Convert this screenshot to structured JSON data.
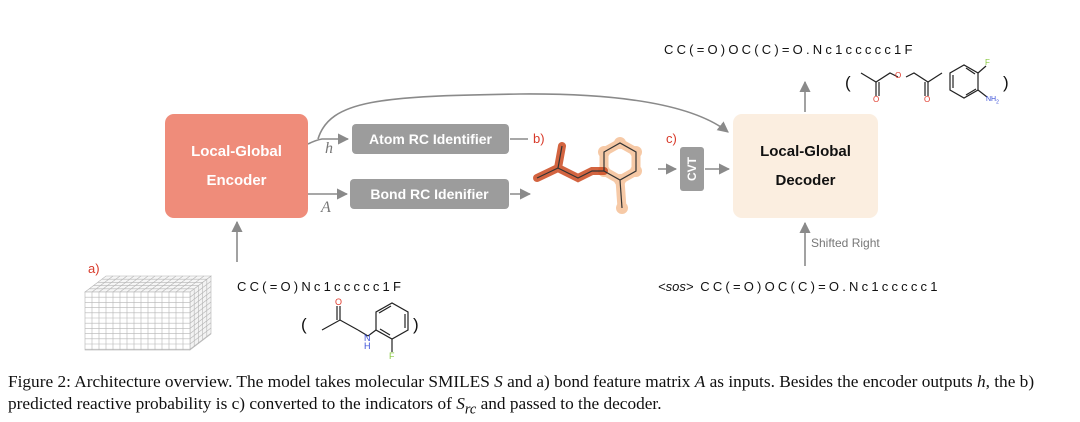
{
  "diagram": {
    "encoder": {
      "line1": "Local-Global",
      "line2": "Encoder"
    },
    "decoder": {
      "line1": "Local-Global",
      "line2": "Decoder"
    },
    "atom_rc_label": "Atom RC Identifier",
    "bond_rc_label": "Bond RC Idenifier",
    "cvt_label": "CVT",
    "var_h": "h",
    "var_A": "A",
    "label_a": "a)",
    "label_b": "b)",
    "label_c": "c)",
    "input_smiles": "CC(=O)Nc1ccccc1F",
    "output_smiles": "CC(=O)OC(C)=O.Nc1ccccc1F",
    "sos_token": "<sos>",
    "shifted_smiles": "CC(=O)OC(C)=O.Nc1ccccc1",
    "shifted_right": "Shifted Right",
    "paren_open": "(",
    "paren_close": ")",
    "atom_O": "O",
    "atom_N": "N",
    "atom_H": "H",
    "atom_F": "F",
    "atom_NH2": "NH",
    "atom_NH2_sub": "2",
    "colors": {
      "encoder": "#ef8c7a",
      "decoder": "#fbeee0",
      "rc_box": "#9c9c9c",
      "arrow": "#8a8a8a",
      "label_red": "#d83a2a",
      "oxygen": "#e0392b",
      "nitrogen": "#3a4fd8",
      "fluorine": "#88c93f"
    }
  },
  "caption": {
    "figure_label": "Figure 2:",
    "p1": " Architecture overview. The model takes molecular SMILES ",
    "S": "S",
    "p2": " and a) bond feature matrix ",
    "A": "A",
    "p3": " as inputs. Besides the encoder outputs ",
    "h": "h",
    "p4": ", the b) predicted reactive probability is c) converted to the indicators of ",
    "Src": "S",
    "Src_sub": "rc",
    "p5": " and passed to the decoder."
  }
}
